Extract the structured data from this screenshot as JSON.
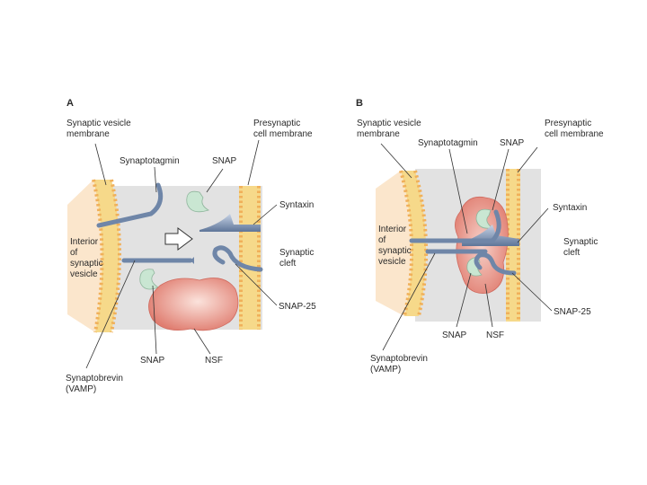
{
  "panels": [
    {
      "letter": "A",
      "labels": {
        "vesicle_membrane": [
          "Synaptic vesicle",
          "membrane"
        ],
        "presynaptic_membrane": [
          "Presynaptic",
          "cell membrane"
        ],
        "synaptotagmin": "Synaptotagmin",
        "snap_top": "SNAP",
        "syntaxin": "Syntaxin",
        "interior": [
          "Interior",
          "of",
          "synaptic",
          "vesicle"
        ],
        "cleft": [
          "Synaptic",
          "cleft"
        ],
        "snap25": "SNAP-25",
        "snap_bottom": "SNAP",
        "nsf": "NSF",
        "synaptobrevin": [
          "Synaptobrevin",
          "(VAMP)"
        ]
      }
    },
    {
      "letter": "B",
      "labels": {
        "vesicle_membrane": [
          "Synaptic vesicle",
          "membrane"
        ],
        "presynaptic_membrane": [
          "Presynaptic",
          "cell membrane"
        ],
        "synaptotagmin": "Synaptotagmin",
        "snap_top": "SNAP",
        "syntaxin": "Syntaxin",
        "interior": [
          "Interior",
          "of",
          "synaptic",
          "vesicle"
        ],
        "cleft": [
          "Synaptic",
          "cleft"
        ],
        "snap25": "SNAP-25",
        "snap_bottom": "SNAP",
        "nsf": "NSF",
        "synaptobrevin": [
          "Synaptobrevin",
          "(VAMP)"
        ]
      }
    }
  ],
  "colors": {
    "background_box": "#e2e2e2",
    "vesicle_interior": "#fbe6cc",
    "membrane": "#f6d98a",
    "lipid_head": "#f0b05a",
    "protein_blue": "#6f86a8",
    "snap_green": "#c9e6d2",
    "nsf_red": "#e8958a"
  }
}
